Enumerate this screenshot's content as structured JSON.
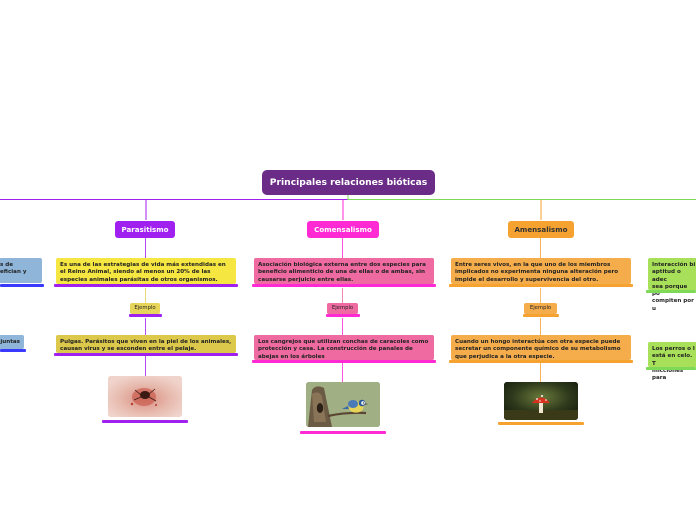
{
  "root": {
    "title": "Principales relaciones bióticas"
  },
  "branches": {
    "parasitismo": {
      "title": "Parasitismo",
      "description": "Es una de las estrategias de vida más extendidas en el Reino Animal, siendo al menos un 20% de las especies animales parásitas de otros organismos.",
      "example_label": "Ejemplo",
      "example_text": "Pulgas. Parásitos que viven en la piel de los animales, causan virus y se esconden entre el pelaje."
    },
    "comensalismo": {
      "title": "Comensalismo",
      "description": "Asociación biológica externa entre dos especies para beneficio alimenticio de una de ellas o de ambas, sin causarse perjuicio entre ellas.",
      "example_label": "Ejemplo",
      "example_text": "Los cangrejos que utilizan conchas de caracoles como protección y casa. La construcción de panales de abejas en los árboles"
    },
    "amensalismo": {
      "title": "Amensalismo",
      "description": "Entre seres vivos, en la que uno de los miembros implicados no experimenta ninguna alteración pero impide el desarrollo y supervivencia del otro.",
      "example_label": "Ejemplo",
      "example_text": "Cuando un hongo interactúa con otra especie puede secretar un componente químico de su metabolismo que perjudica a la otra especie."
    }
  },
  "offscreen_left": {
    "text_1_line_1": "s de",
    "text_1_line_2": "efician y",
    "text_2": "juntas"
  },
  "offscreen_right": {
    "text_1_line_1": "Interacción bi",
    "text_1_line_2": "aptitud o adec",
    "text_1_line_3": "sea porque po",
    "text_1_line_4": "compiten por u",
    "text_2_line_1": "Los perros o l",
    "text_2_line_2": "está en celo. T",
    "text_2_line_3": "micciones para"
  },
  "colors": {
    "root": "#6a2c86",
    "parasitismo": "#a020f0",
    "comensalismo": "#ff2ad4",
    "amensalismo": "#f5a230",
    "parasitismo_desc": "#f5e642",
    "parasitismo_example": "#dcc84a",
    "comensalismo_desc": "#ee6aa0",
    "amensalismo_desc": "#f5ad4c",
    "left_partial": "#8fb6d8",
    "left_bar": "#3a3aff",
    "right_partial": "#a8e05a",
    "right_line": "#7ed957"
  },
  "icons": {
    "parasitismo_photo": "flea-on-skin-photo",
    "comensalismo_photo": "bird-on-branch-photo",
    "amensalismo_photo": "mushroom-in-forest-photo"
  }
}
